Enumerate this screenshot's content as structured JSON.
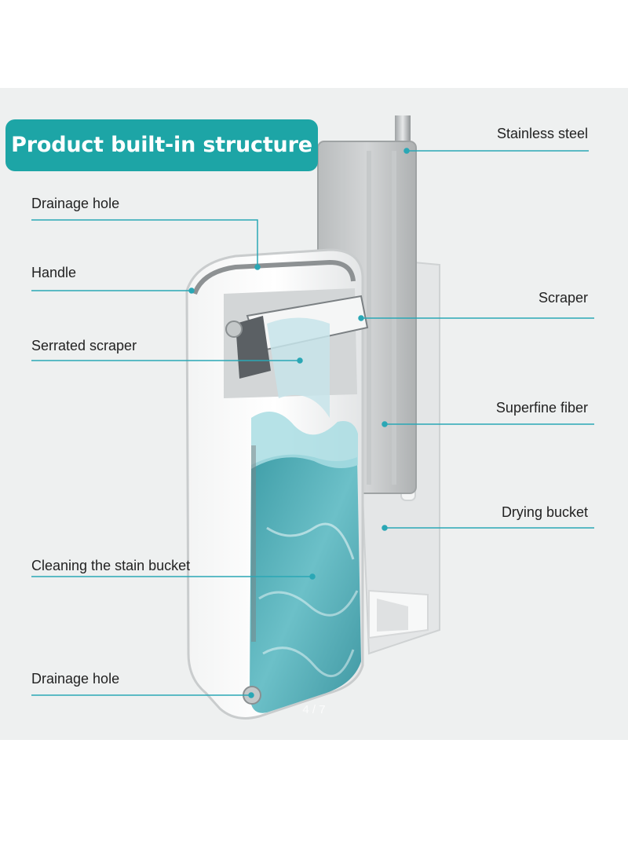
{
  "title": "Product built-in structure",
  "labels": {
    "stainless_steel": "Stainless steel",
    "drainage_hole_top": "Drainage hole",
    "handle": "Handle",
    "scraper": "Scraper",
    "serrated_scraper": "Serrated scraper",
    "superfine_fiber": "Superfine fiber",
    "drying_bucket": "Drying bucket",
    "cleaning_bucket": "Cleaning the stain bucket",
    "drainage_hole_bottom": "Drainage hole"
  },
  "page_indicator": "4 / 7",
  "colors": {
    "accent": "#1da5a6",
    "leader_line": "#2aa7b5",
    "panel_background": "#eef0f0",
    "water": "#5fb3bf"
  }
}
